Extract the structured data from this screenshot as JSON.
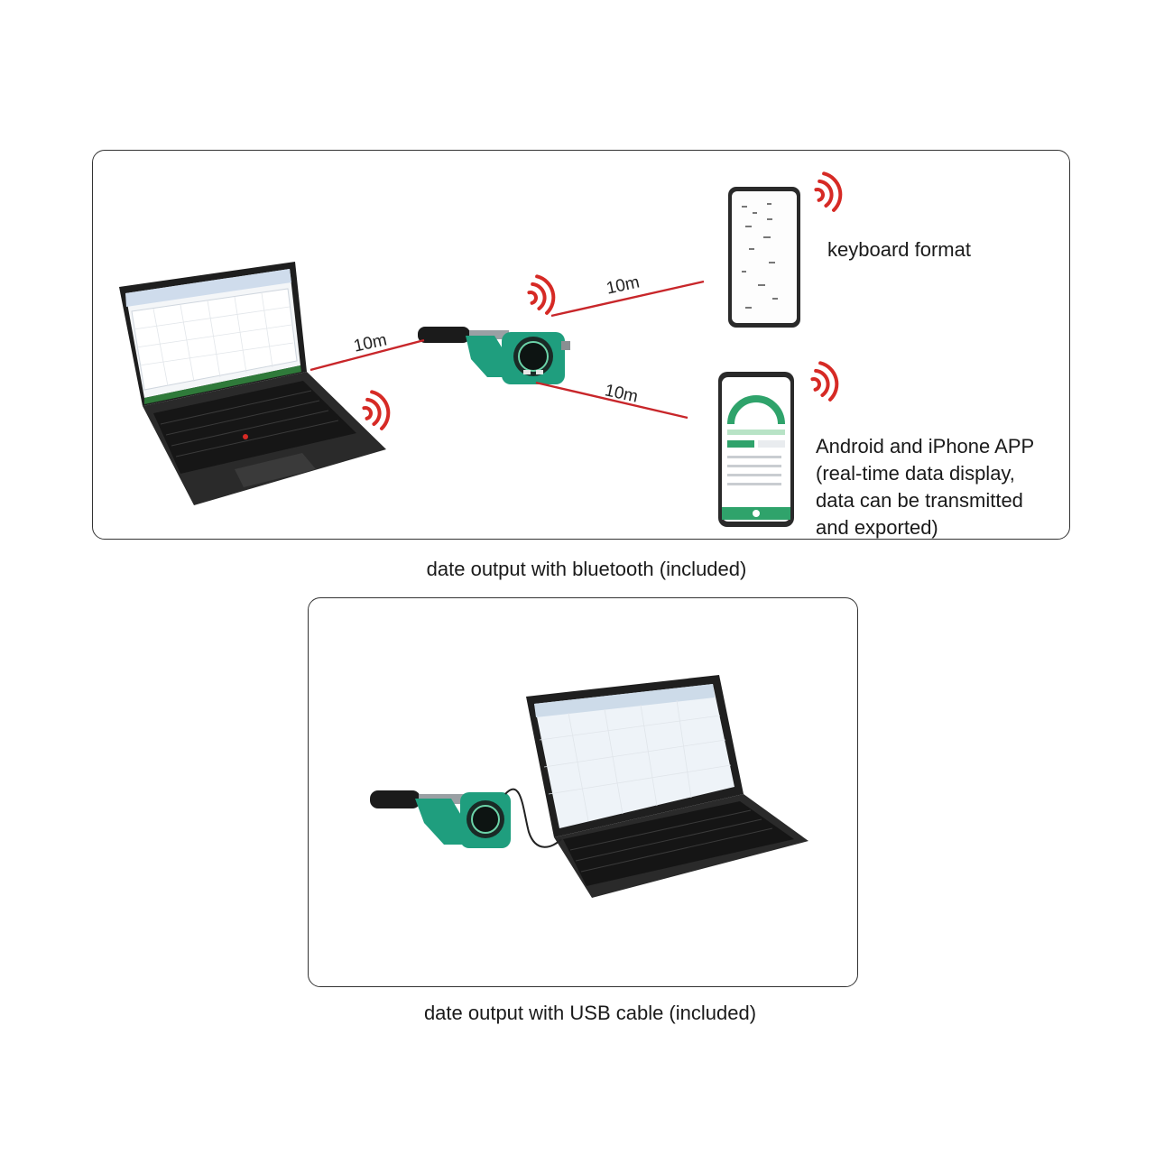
{
  "bluetooth": {
    "distance_laptop": "10m",
    "distance_phone_top": "10m",
    "distance_phone_bottom": "10m",
    "label_keyboard": "keyboard format",
    "label_app": [
      "Android and iPhone APP",
      "(real-time data display,",
      "data can be transmitted",
      "and exported)"
    ],
    "caption": "date output with bluetooth (included)"
  },
  "usb": {
    "caption": "date output with USB cable (included)"
  },
  "colors": {
    "link_line": "#c8262a",
    "signal": "#d62a25",
    "micrometer_green": "#1f9e7e",
    "laptop_body": "#2b2b2b",
    "spreadsheet_bar": "#2f7a3a"
  },
  "icons": [
    "wifi-signal-icon",
    "laptop-icon",
    "smartphone-icon",
    "micrometer-icon"
  ]
}
